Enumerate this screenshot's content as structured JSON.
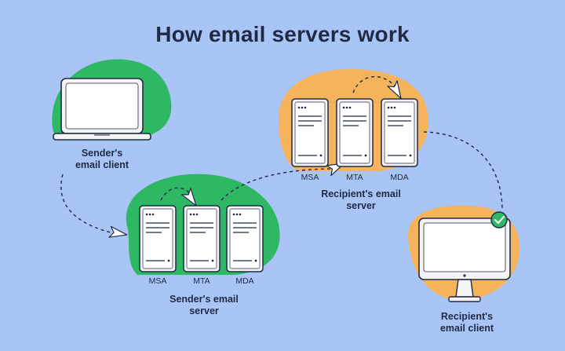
{
  "title": "How email servers work",
  "sender_client": {
    "line1": "Sender's",
    "line2": "email client"
  },
  "sender_server": {
    "line1": "Sender's email",
    "line2": "server",
    "servers": [
      "MSA",
      "MTA",
      "MDA"
    ]
  },
  "recipient_server": {
    "line1": "Recipient's email",
    "line2": "server",
    "servers": [
      "MSA",
      "MTA",
      "MDA"
    ]
  },
  "recipient_client": {
    "line1": "Recipient's",
    "line2": "email client"
  },
  "colors": {
    "background": "#a9c5f5",
    "sender_blob": "#2fb864",
    "recipient_blob": "#f5b45c",
    "device_fill": "#f4f4f4",
    "outline": "#1f2a44",
    "check": "#2fb864"
  },
  "icons": [
    "laptop-icon",
    "server-icon",
    "paper-plane-icon",
    "monitor-icon",
    "checkmark-icon"
  ]
}
